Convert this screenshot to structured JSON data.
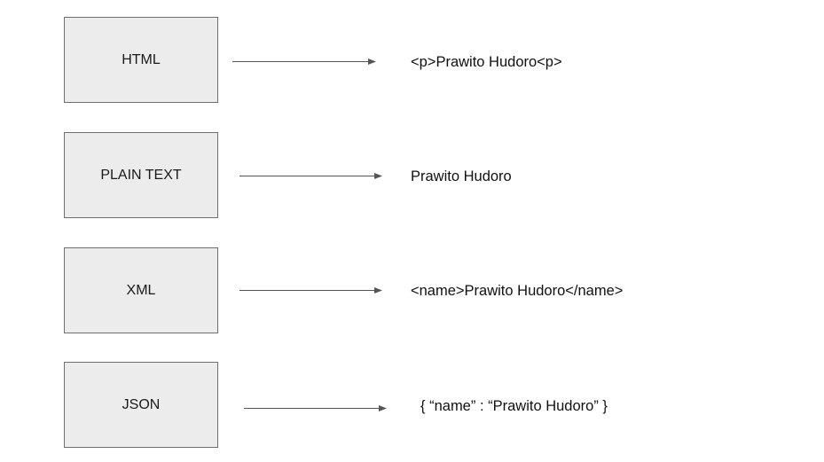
{
  "rows": [
    {
      "format": "HTML",
      "output": "<p>Prawito Hudoro<p>"
    },
    {
      "format": "PLAIN TEXT",
      "output": "Prawito Hudoro"
    },
    {
      "format": "XML",
      "output": "<name>Prawito Hudoro</name>"
    },
    {
      "format": "JSON",
      "output": "{ “name” : “Prawito Hudoro” }"
    }
  ],
  "colors": {
    "box_fill": "#ececec",
    "box_border": "#6f6f6f",
    "arrow": "#555555",
    "text": "#111111"
  }
}
